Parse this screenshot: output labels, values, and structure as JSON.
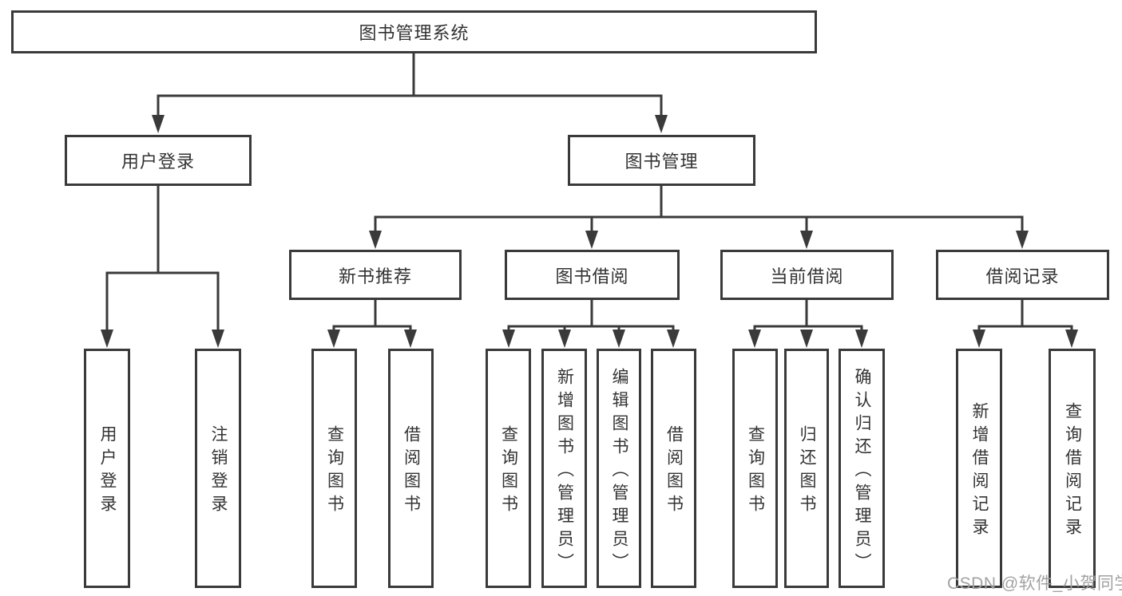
{
  "diagram": {
    "root": {
      "label": "图书管理系统"
    },
    "branches": [
      {
        "label": "用户登录",
        "children": [
          {
            "label": "用户登录"
          },
          {
            "label": "注销登录"
          }
        ]
      },
      {
        "label": "图书管理",
        "children": [
          {
            "label": "新书推荐",
            "children": [
              {
                "label": "查询图书"
              },
              {
                "label": "借阅图书"
              }
            ]
          },
          {
            "label": "图书借阅",
            "children": [
              {
                "label": "查询图书"
              },
              {
                "label": "新增图书（管理员）"
              },
              {
                "label": "编辑图书（管理员）"
              },
              {
                "label": "借阅图书"
              }
            ]
          },
          {
            "label": "当前借阅",
            "children": [
              {
                "label": "查询图书"
              },
              {
                "label": "归还图书"
              },
              {
                "label": "确认归还（管理员）"
              }
            ]
          },
          {
            "label": "借阅记录",
            "children": [
              {
                "label": "新增借阅记录"
              },
              {
                "label": "查询借阅记录"
              }
            ]
          }
        ]
      }
    ]
  },
  "watermark": {
    "text": "CSDN @软件_小贺同学"
  },
  "colors": {
    "line": "#3a3a3a",
    "text": "#333333",
    "background": "#ffffff",
    "watermark": "#a2a2a2"
  }
}
